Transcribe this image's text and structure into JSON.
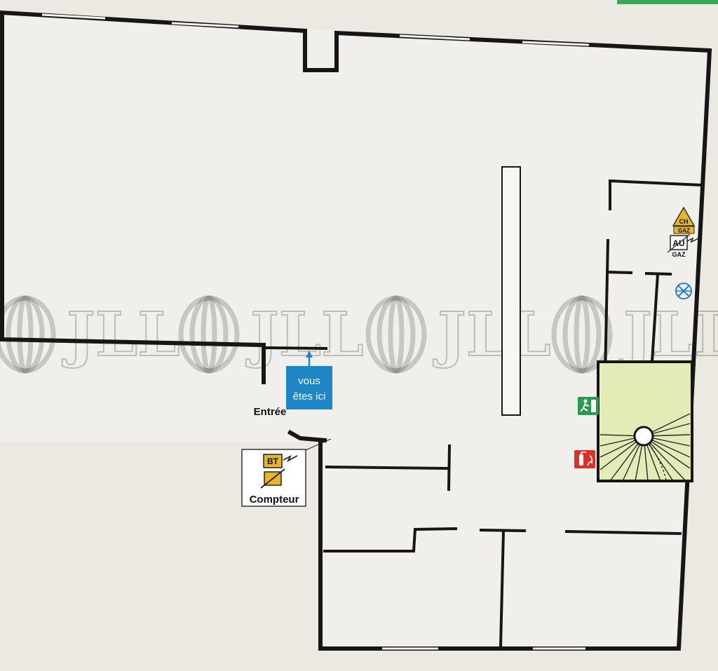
{
  "plan": {
    "entrance_label": "Entrée",
    "you_are_here": {
      "line1": "vous",
      "line2": "êtes ici"
    },
    "meter_box": {
      "code": "BT",
      "label": "Compteur"
    },
    "gas_boiler": {
      "code": "CH",
      "sub": "GAZ"
    },
    "gas_cutoff": {
      "code": "AU",
      "sub": "GAZ"
    },
    "watermark_text": "JLL"
  },
  "colors": {
    "wall": "#161616",
    "background": "#ece8e2",
    "floor": "#f1efeb",
    "stair_fill": "#e3ecb6",
    "you_are_here": "#1e86c6",
    "meter_yellow": "#e6b52a",
    "exit_green": "#2a9a4c",
    "extinguisher_red": "#d8312a",
    "valve_blue": "#2a7fc4",
    "top_band": "#3aa85a"
  }
}
